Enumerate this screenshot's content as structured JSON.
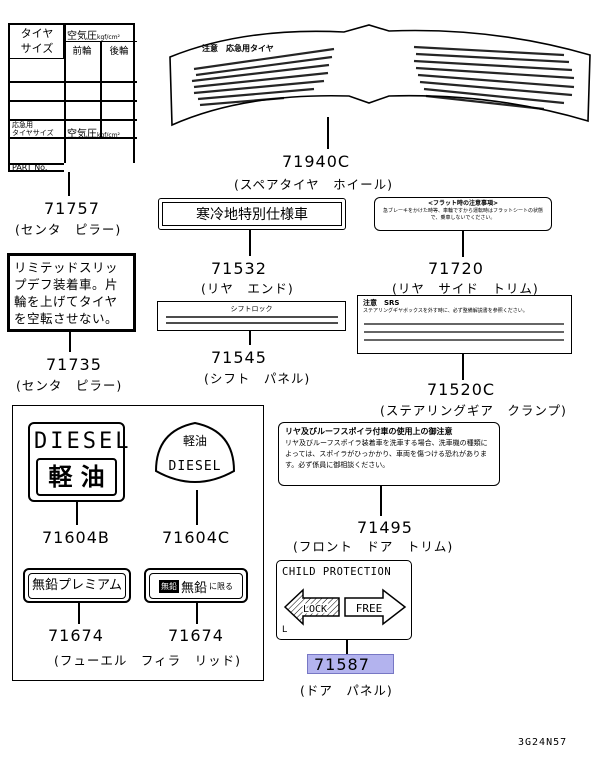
{
  "tire_label": {
    "tire_size": "タイヤ\nサイズ",
    "pressure": "空気圧",
    "unit": "kgf/cm²",
    "front": "前輪",
    "rear": "後輪",
    "spare_size": "応急用\nタイヤサイズ",
    "part_no": "PART No."
  },
  "parts": {
    "p71757": {
      "num": "71757",
      "cap": "(センタ　ピラー)"
    },
    "p71940c": {
      "num": "71940C",
      "cap": "(スペアタイヤ　ホイール)"
    },
    "p71532": {
      "num": "71532",
      "cap": "(リヤ　エンド)"
    },
    "p71720": {
      "num": "71720",
      "cap": "(リヤ　サイド　トリム)"
    },
    "p71735": {
      "num": "71735",
      "cap": "(センタ　ピラー)"
    },
    "p71545": {
      "num": "71545",
      "cap": "(シフト　パネル)"
    },
    "p71520c": {
      "num": "71520C",
      "cap": "(ステアリングギア　クランプ)"
    },
    "p71604b": {
      "num": "71604B"
    },
    "p71604c": {
      "num": "71604C"
    },
    "p71495": {
      "num": "71495",
      "cap": "(フロント　ドア　トリム)"
    },
    "p71674a": {
      "num": "71674"
    },
    "p71674b": {
      "num": "71674"
    },
    "fuel_cap": "(フューエル　フィラ　リッド)",
    "p71587": {
      "num": "71587",
      "cap": "(ドア　パネル)"
    }
  },
  "labels": {
    "spare_title": "注意　応急用タイヤ",
    "cold_region": "寒冷地特別仕様車",
    "flat_title": "<フラット時の注意事項>",
    "flat_body": "急ブレーキをかけた時等、車輪ですから運転時はフラットシートの状態で、乗車しないでください。",
    "lsd": "リミテッドスリップデフ装着車。片輪を上げてタイヤを空転させない。",
    "shift_title": "シフトロック",
    "srs_title": "注意　SRS",
    "srs_body": "ステアリングギヤボックスを外す時に、必ず整備解説書を参照ください。",
    "spoiler_title": "リヤ及びルーフスポイラ付車の使用上の御注意",
    "spoiler_body": "リヤ及びルーフスポイラ装着車を洗車する場合、洗車機の種類によっては、スポイラがひっかかり、車両を傷つける恐れがあります。必ず係員に御相談ください。",
    "diesel": "DIESEL",
    "keiyu": "軽 油",
    "keiyu_small": "軽油",
    "muen_premium": "無鉛プレミアム",
    "muen_badge": "無鉛",
    "muen": "無鉛",
    "muen_suffix": "に限る",
    "child_protection": "CHILD PROTECTION",
    "lock": "LOCK",
    "free": "FREE",
    "l": "L"
  },
  "diagram_code": "3G24N57"
}
